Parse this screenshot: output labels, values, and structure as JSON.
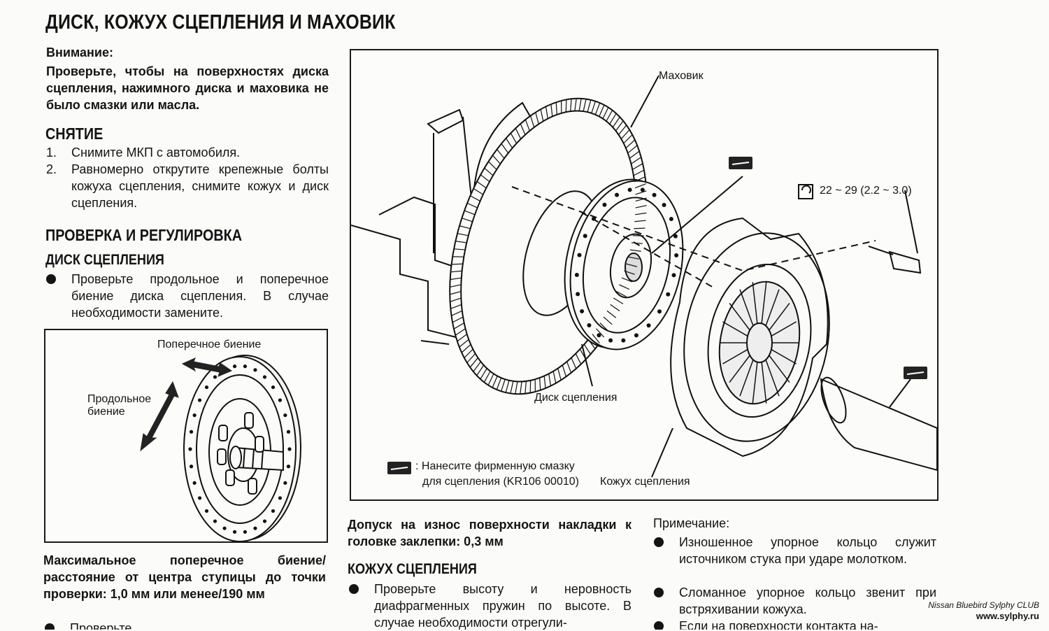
{
  "title": "ДИСК, КОЖУХ СЦЕПЛЕНИЯ И МАХОВИК",
  "warning": {
    "heading": "Внимание:",
    "text": "Проверьте, чтобы на поверхностях диска сцепления, нажимного диска и маховика не было смазки или масла."
  },
  "removal": {
    "heading": "СНЯТИЕ",
    "steps": [
      {
        "num": "1.",
        "text": "Снимите МКП с автомобиля."
      },
      {
        "num": "2.",
        "text": "Равномерно открутите крепежные болты кожуха сцепления, снимите кожух и диск сцепления."
      }
    ]
  },
  "inspection": {
    "heading": "ПРОВЕРКА И РЕГУЛИРОВКА",
    "disc_heading": "ДИСК СЦЕПЛЕНИЯ",
    "disc_bullet": "Проверьте продольное и попереч­ное биение диска сцепления. В слу­чае необходимости замените."
  },
  "small_figure": {
    "label_lateral": "Поперечное биение",
    "label_axial_1": "Продольное",
    "label_axial_2": "биение"
  },
  "runout_spec": "Максимальное поперечное бие­ние/расстояние от центра ступицы до точки проверки: 1,0 мм или ме­нее/190 мм",
  "bottom_left_cut": "Проверьте ...",
  "big_figure": {
    "flywheel": "Маховик",
    "torque": "22 ~ 29 (2.2 ~ 3.0)",
    "disc": "Диск сцепления",
    "cover": "Кожух сцепления",
    "legend_1": ": Нанесите фирменную смазку",
    "legend_2": "для сцепления (KR106 00010)"
  },
  "wear": "Допуск на износ поверхности на­кладки к головке заклепки: 0,3 мм",
  "cover_section": {
    "heading": "КОЖУХ СЦЕПЛЕНИЯ",
    "bullet": "Проверьте высоту и неровность диафрагменных пружин по высоте. В случае необходимости отрегули-"
  },
  "note": {
    "heading": "Примечание:",
    "bullets": [
      "Изношенное упорное кольцо служит источником стука при ударе молот­ком.",
      "Сломанное упорное кольцо звенит при встряхивании кожуха.",
      "Если на поверхности контакта на-"
    ]
  },
  "watermark": {
    "line1": "Nissan Bluebird Sylphy CLUB",
    "line2": "www.sylphy.ru"
  }
}
